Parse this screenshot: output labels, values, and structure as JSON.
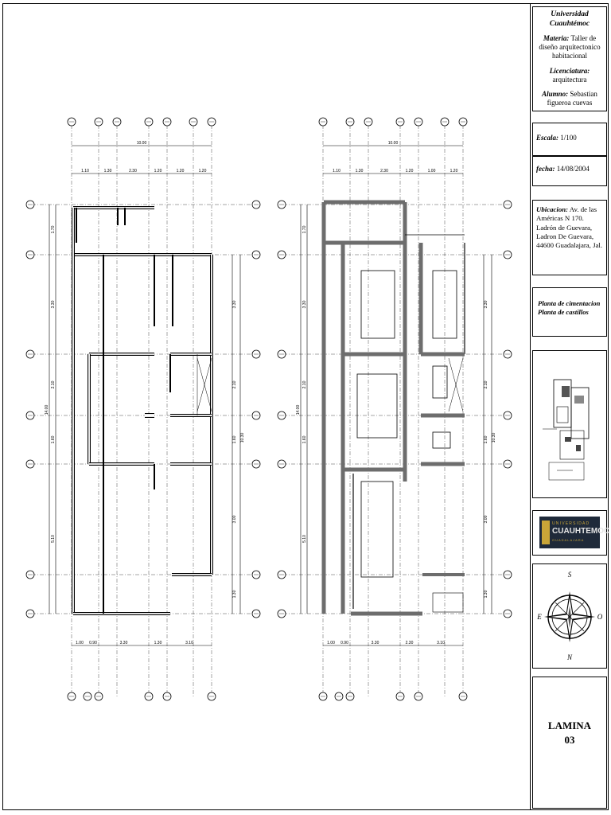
{
  "title_block": {
    "university": "Universidad Cuauhtémoc",
    "materia_label": "Materia:",
    "materia_value": "Taller de diseño arquitectonico habitacional",
    "licenciatura_label": "Licenciatura:",
    "licenciatura_value": "arquitectura",
    "alumno_label": "Alumno:",
    "alumno_value": "Sebastian figueroa cuevas",
    "escala_label": "Escala:",
    "escala_value": "1/100",
    "fecha_label": "fecha:",
    "fecha_value": "14/08/2004",
    "ubicacion_label": "Ubicacion:",
    "ubicacion_value": "Av. de las Américas N 170. Ladrón de Guevara, Ladron De Guevara, 44600 Guadalajara, Jal.",
    "plano_1": "Planta de cimentacion",
    "plano_2": "Planta de castillos",
    "lamina_label": "LAMINA",
    "lamina_number": "03"
  },
  "logo": {
    "line1": "UNIVERSIDAD",
    "line2": "CUAUHTEMOC",
    "line3": "GUADALAJARA"
  },
  "compass": {
    "north": "N",
    "south": "S",
    "east": "E",
    "west": "O"
  },
  "plan_left": {
    "dim_total_top": "10.00",
    "dims_top": [
      "1.10",
      "1.30",
      "2.30",
      "1.20",
      "1.20",
      "1.20"
    ],
    "dims_left": [
      "1.70",
      "3.30",
      "2.10",
      "1.60",
      "5.10"
    ],
    "dim_total_left": "14.00",
    "dims_right": [
      "3.30",
      "2.10",
      "1.60",
      "3.00",
      "1.30"
    ],
    "dim_total_right": "10.30",
    "dims_bottom": [
      "1.00",
      "0.90",
      "3.30",
      "1.30",
      "3.10"
    ]
  },
  "plan_right": {
    "dim_total_top": "10.00",
    "dims_top": [
      "1.10",
      "1.30",
      "2.30",
      "1.20",
      "1.00",
      "1.20"
    ],
    "dims_left": [
      "1.70",
      "3.30",
      "2.10",
      "1.60",
      "5.10"
    ],
    "dim_total_left": "14.00",
    "dims_right": [
      "3.30",
      "2.10",
      "1.60",
      "3.00",
      "1.30"
    ],
    "dim_total_right": "10.30",
    "dims_bottom": [
      "1.00",
      "0.90",
      "3.30",
      "2.30",
      "3.10"
    ]
  },
  "colors": {
    "ink": "#000000",
    "hatch": "#6d6d6d",
    "logo_bg": "#1f2a3a",
    "logo_gold": "#c9a538"
  }
}
